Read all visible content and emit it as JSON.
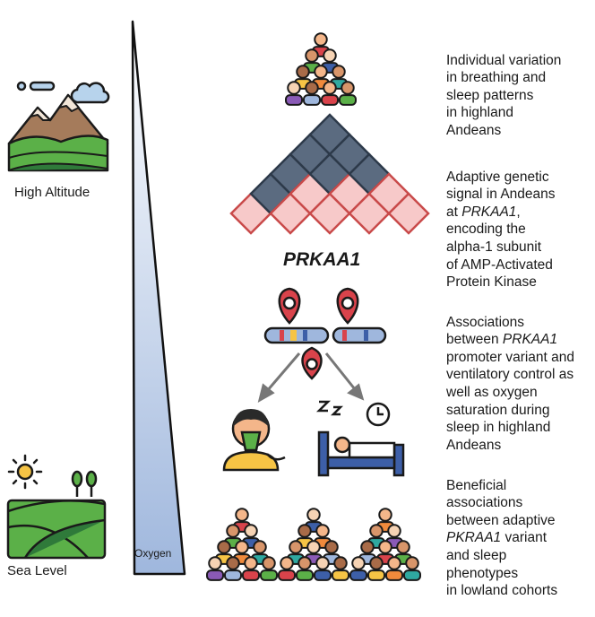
{
  "landscape": {
    "top_label": "High Altitude",
    "bottom_label": "Sea Level"
  },
  "gradient": {
    "label": "Oxygen"
  },
  "gene_label": "PRKAA1",
  "panels": [
    {
      "lines": [
        "Individual variation",
        "in breathing and",
        "sleep patterns",
        "in highland",
        "Andeans"
      ]
    },
    {
      "lines": [
        "Adaptive genetic",
        "signal in Andeans",
        "at PRKAA1,",
        "encoding the",
        "alpha-1 subunit",
        "of AMP-Activated",
        "Protein Kinase"
      ]
    },
    {
      "lines": [
        "Associations",
        "between PRKAA1",
        "promoter variant and",
        "ventilatory control as",
        "well as oxygen",
        "saturation during",
        "sleep in highland",
        "Andeans"
      ]
    },
    {
      "lines": [
        "Beneficial",
        "associations",
        "between adaptive",
        "PKRAA1 variant",
        "and sleep",
        "phenotypes",
        "in lowland cohorts"
      ]
    }
  ],
  "colors": {
    "triangle_fill": "#b9cbe6",
    "triangle_stroke": "#111111",
    "ld_dark": "#5b6b80",
    "ld_light": "#f7c9c9",
    "ld_edge": "#c94a4a",
    "pin_red": "#d9434b",
    "mountain_brown": "#a57b5b",
    "grass_green": "#5bb048",
    "dark_green": "#2f7a3a",
    "sun_yellow": "#f6c445",
    "sky_blue": "#b7d3ec",
    "bed_blue": "#3d5fa8"
  }
}
